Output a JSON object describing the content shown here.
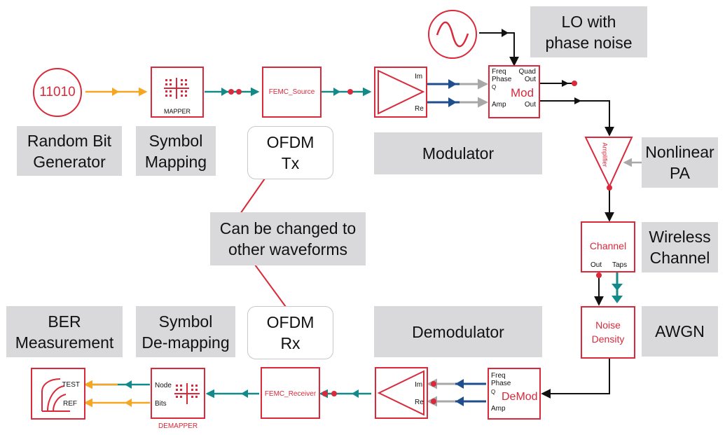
{
  "labels": {
    "random_bit_generator": "Random Bit\nGenerator",
    "symbol_mapping": "Symbol\nMapping",
    "ofdm_tx": "OFDM\nTx",
    "modulator": "Modulator",
    "lo_phase_noise": "LO with\nphase noise",
    "nonlinear_pa": "Nonlinear\nPA",
    "wireless_channel": "Wireless\nChannel",
    "awgn": "AWGN",
    "can_be_changed": "Can be changed to\nother waveforms",
    "ber_measurement": "BER\nMeasurement",
    "symbol_demapping": "Symbol\nDe-mapping",
    "ofdm_rx": "OFDM\nRx",
    "demodulator": "Demodulator"
  },
  "blocks": {
    "bit_source_value": "11010",
    "mapper": "MAPPER",
    "femc_source": "FEMC_Source",
    "mod_im": "Im",
    "mod_re": "Re",
    "mod_freq": "Freq",
    "mod_phase": "Phase",
    "mod_q": "Q",
    "mod_amp": "Amp",
    "mod_quad": "Quad",
    "mod_out1": "Out",
    "mod_out2": "Out",
    "mod_title": "Mod",
    "amplifier": "Amplifier",
    "channel_title": "Channel",
    "channel_out": "Out",
    "channel_taps": "Taps",
    "noise_line1": "Noise",
    "noise_line2": "Density",
    "demod_freq": "Freq",
    "demod_phase": "Phase",
    "demod_q": "Q",
    "demod_amp": "Amp",
    "demod_title": "DeMod",
    "demod_im": "Im",
    "demod_re": "Re",
    "femc_receiver": "FEMC_Receiver",
    "demapper_node": "Node",
    "demapper_bits": "Bits",
    "demapper": "DEMAPPER",
    "ber_test": "TEST",
    "ber_ref": "REF"
  },
  "colors": {
    "block_red": "#d9293a",
    "bits_orange": "#f5a623",
    "symbols_teal": "#138a8a",
    "iq_blue": "#1f4e8c",
    "label_gray": "#d9d9db"
  }
}
